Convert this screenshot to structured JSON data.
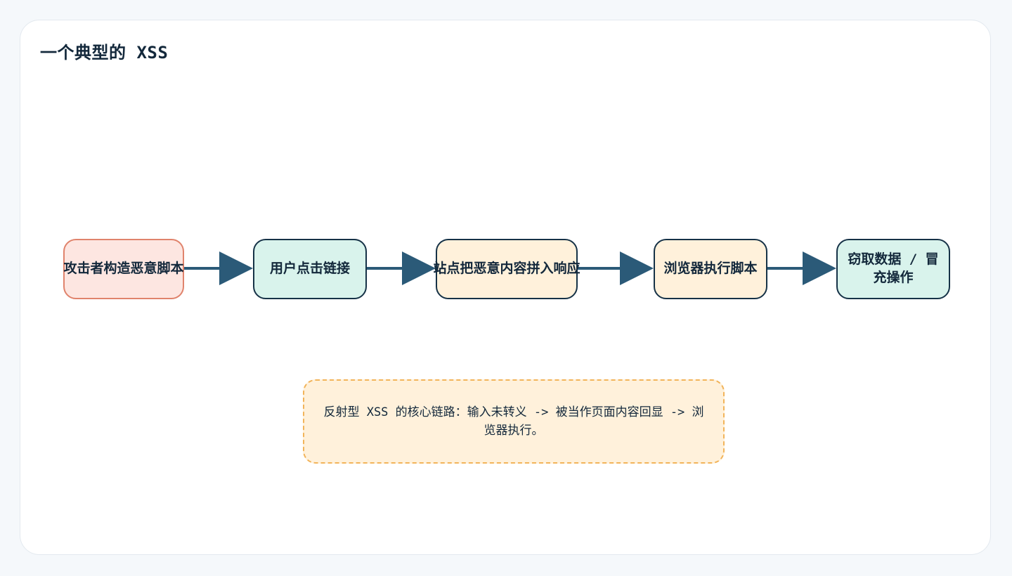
{
  "page": {
    "title": "一个典型的 XSS"
  },
  "diagram": {
    "nodes": [
      {
        "id": "n1",
        "label": "攻击者构造恶意脚本",
        "style": "pink"
      },
      {
        "id": "n2",
        "label": "用户点击链接",
        "style": "mint"
      },
      {
        "id": "n3",
        "label": "站点把恶意内容拼入响应",
        "style": "cream"
      },
      {
        "id": "n4",
        "label": "浏览器执行脚本",
        "style": "cream"
      },
      {
        "id": "n5",
        "label": "窃取数据 / 冒充操作",
        "style": "mint"
      }
    ],
    "edges": [
      {
        "from": "n1",
        "to": "n2"
      },
      {
        "from": "n2",
        "to": "n3"
      },
      {
        "from": "n3",
        "to": "n4"
      },
      {
        "from": "n4",
        "to": "n5"
      }
    ],
    "note": "反射型 XSS 的核心链路：输入未转义 -> 被当作页面内容回显 -> 浏览器执行。"
  },
  "colors": {
    "edge": "#2b5a78",
    "node_border": "#163247",
    "pink_fill": "#fde6e1",
    "pink_border": "#e0836c",
    "mint_fill": "#d9f3ec",
    "cream_fill": "#fff1db",
    "note_border": "#f2b45a"
  }
}
